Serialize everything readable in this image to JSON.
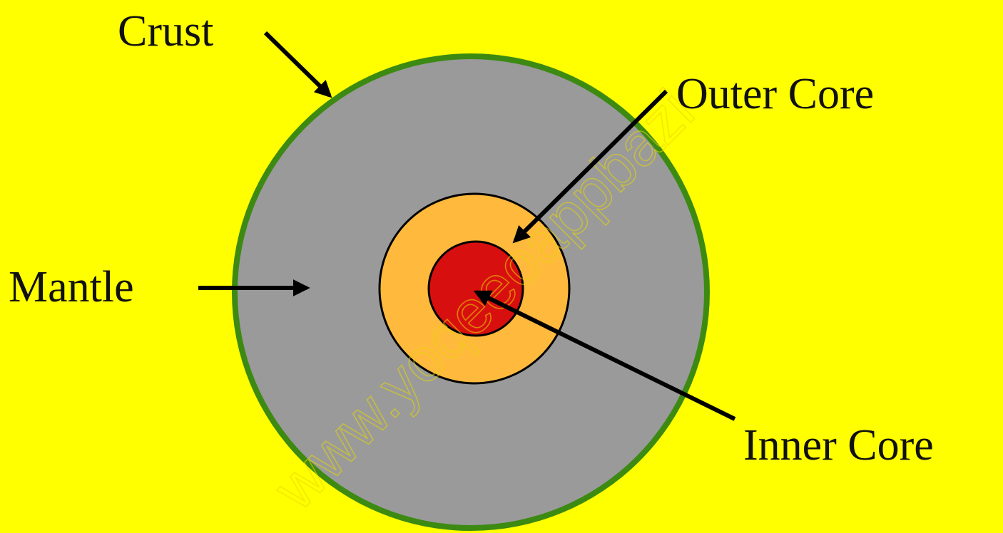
{
  "labels": {
    "crust": "Crust",
    "outer_core": "Outer Core",
    "mantle": "Mantle",
    "inner_core": "Inner Core"
  },
  "watermark": "www.yoqeeoappbazi",
  "colors": {
    "background": "#ffff00",
    "crust": "#3c8a12",
    "mantle": "#9a9a9a",
    "outer_core": "#ffb93d",
    "inner_core": "#d80f0f",
    "arrow": "#000000"
  }
}
